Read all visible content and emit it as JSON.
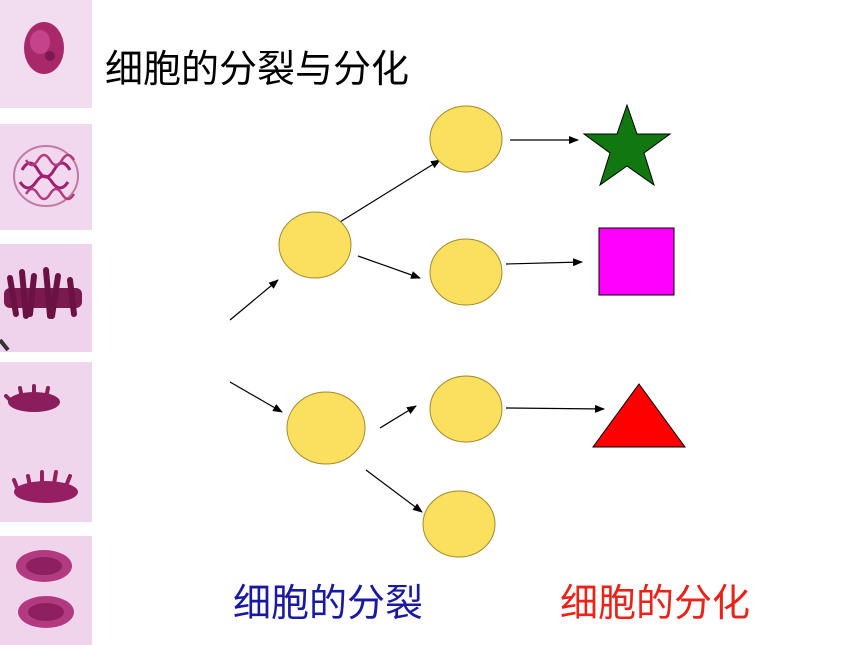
{
  "title": "细胞的分裂与分化",
  "caption_division": "细胞的分裂",
  "caption_differentiation": "细胞的分化",
  "colors": {
    "cell_fill": "#fbdf5e",
    "cell_stroke": "#a08a2a",
    "star": "#117711",
    "square": "#ff00ff",
    "triangle": "#ff0000",
    "division_text": "#1a1aa0",
    "differentiation_text": "#e8231a",
    "micrograph_bg": "#efd5ec",
    "chromosome": "#b02670"
  },
  "micrograph_stages": [
    "interphase",
    "prophase",
    "metaphase",
    "anaphase",
    "telophase"
  ],
  "result_shapes": [
    "star",
    "square",
    "triangle"
  ]
}
